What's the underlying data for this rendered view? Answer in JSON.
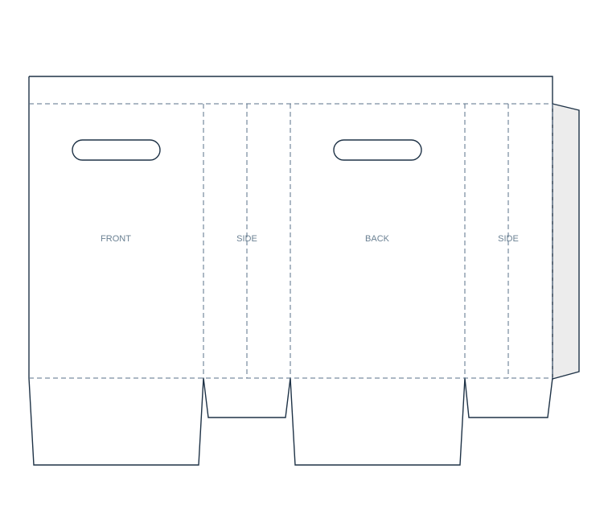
{
  "panels": {
    "front": "FRONT",
    "side_left": "SIDE",
    "back": "BACK",
    "side_right": "SIDE"
  },
  "colors": {
    "cut_line": "#1e3246",
    "fold_line": "#5a7088",
    "label": "#6b8193",
    "glue_flap": "#ececec"
  }
}
